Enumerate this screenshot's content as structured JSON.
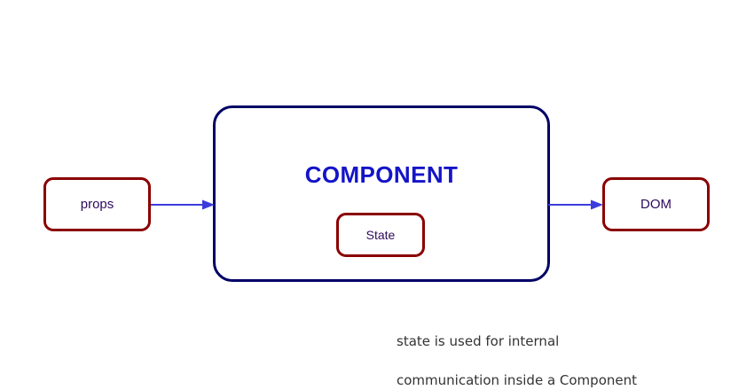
{
  "diagram": {
    "component": {
      "title": "COMPONENT",
      "border_color": "#000066",
      "title_color": "#1414c8"
    },
    "nodes": [
      {
        "id": "props",
        "label": "props",
        "border_color": "#8b0000",
        "text_color": "#2d0a5c"
      },
      {
        "id": "state",
        "label": "State",
        "border_color": "#8b0000",
        "text_color": "#2d0a5c"
      },
      {
        "id": "dom",
        "label": "DOM",
        "border_color": "#8b0000",
        "text_color": "#2d0a5c"
      }
    ],
    "arrows": [
      {
        "id": "props-to-component",
        "from": "props",
        "to": "component",
        "color": "#3c3cdc"
      },
      {
        "id": "component-to-dom",
        "from": "component",
        "to": "dom",
        "color": "#3c3cdc"
      }
    ],
    "caption": {
      "line1": "state is used for internal",
      "line2": "communication inside a Component",
      "color": "#333333"
    }
  }
}
